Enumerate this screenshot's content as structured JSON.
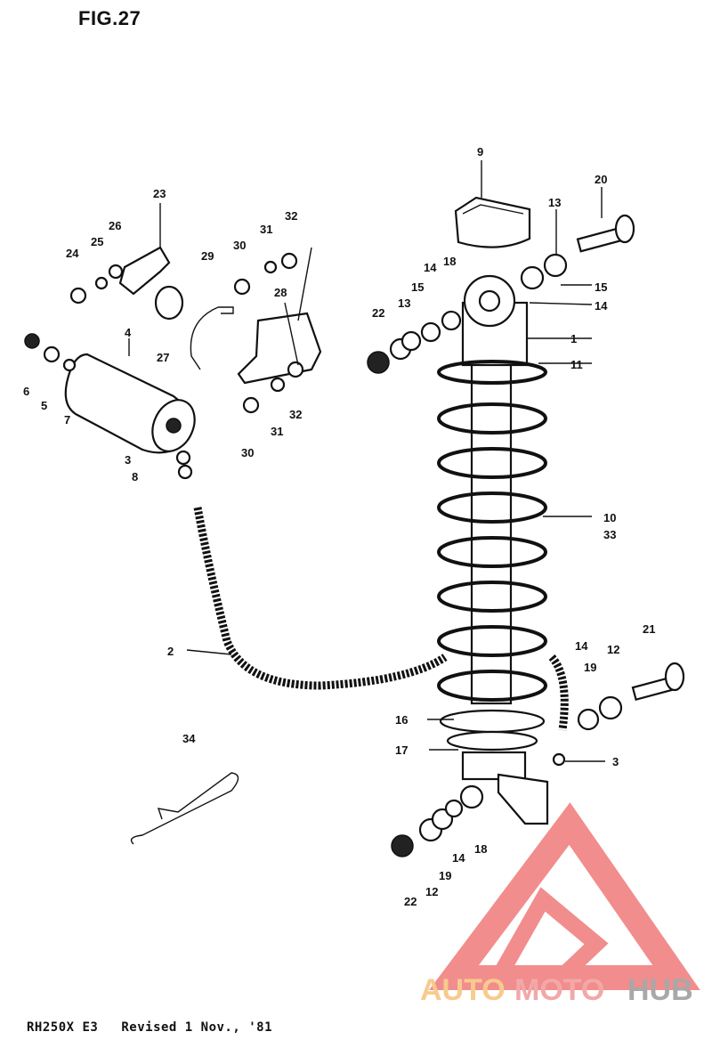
{
  "figure": {
    "title": "FIG.27"
  },
  "footer": {
    "model": "RH250X E3",
    "revision": "Revised 1 Nov., '81"
  },
  "watermark": {
    "part1": "AUTO",
    "part2": "MOTO",
    "part3": "HUB",
    "colors": {
      "auto": "#f6c27a",
      "moto": "#f29a9a",
      "hub": "#9a9a9a",
      "mark": "#f07a7a"
    }
  },
  "callouts": [
    "1",
    "2",
    "3",
    "3",
    "4",
    "5",
    "6",
    "7",
    "8",
    "9",
    "10",
    "33",
    "11",
    "12",
    "12",
    "13",
    "13",
    "14",
    "14",
    "14",
    "14",
    "15",
    "15",
    "16",
    "17",
    "18",
    "18",
    "19",
    "19",
    "20",
    "21",
    "22",
    "22",
    "23",
    "24",
    "25",
    "26",
    "27",
    "28",
    "29",
    "30",
    "30",
    "31",
    "31",
    "32",
    "32",
    "34"
  ]
}
